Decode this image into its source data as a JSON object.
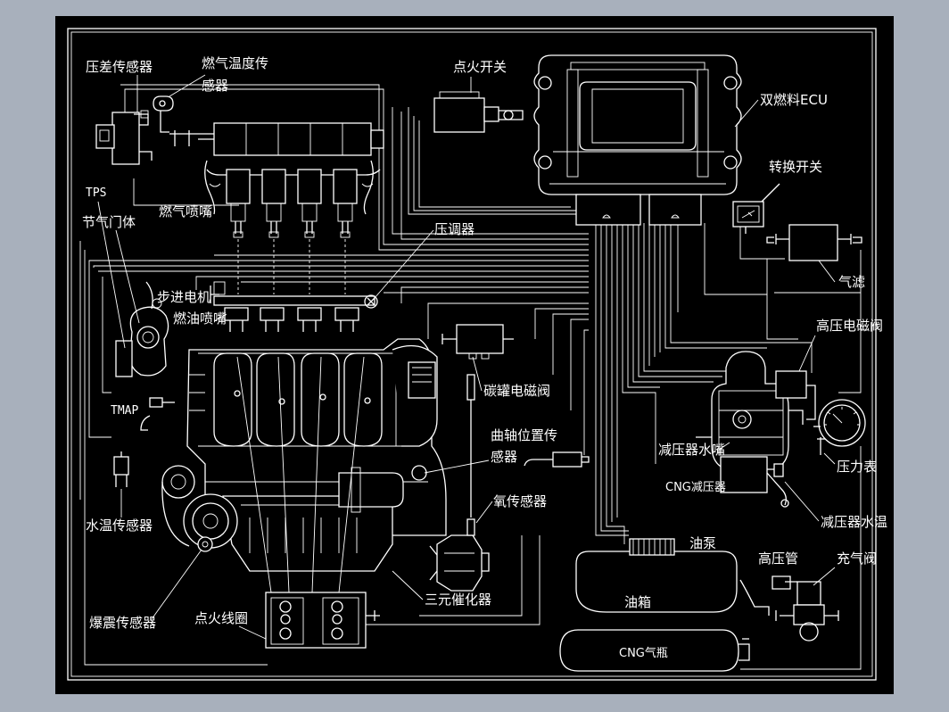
{
  "colors": {
    "background": "#a8b0bc",
    "frame": "#000000",
    "line": "#ffffff"
  },
  "labels": {
    "pressure_diff_sensor": "压差传感器",
    "gas_temp_sensor_1": "燃气温度传",
    "gas_temp_sensor_2": "感器",
    "ignition_switch": "点火开关",
    "dual_fuel_ecu": "双燃料ECU",
    "switch": "转换开关",
    "tps": "TPS",
    "throttle_body": "节气门体",
    "gas_injector": "燃气喷嘴",
    "pressure_regulator": "压调器",
    "stepper_motor": "步进电机",
    "fuel_injector": "燃油喷嘴",
    "gas_filter": "气滤",
    "hp_solenoid": "高压电磁阀",
    "canister_solenoid": "碳罐电磁阀",
    "tmap": "TMAP",
    "crank_sensor_1": "曲轴位置传",
    "crank_sensor_2": "感器",
    "reducer_water_inlet": "减压器水嘴",
    "pressure_gauge": "压力表",
    "cng_reducer": "CNG减压器",
    "oxygen_sensor": "氧传感器",
    "water_temp_sensor": "水温传感器",
    "reducer_water_temp": "减压器水温",
    "fuel_pump": "油泵",
    "high_pressure_pipe": "高压管",
    "fill_valve": "充气阀",
    "fuel_tank": "油箱",
    "catalytic_converter": "三元催化器",
    "knock_sensor": "爆震传感器",
    "ignition_coil": "点火线圈",
    "cng_cylinder": "CNG气瓶"
  }
}
